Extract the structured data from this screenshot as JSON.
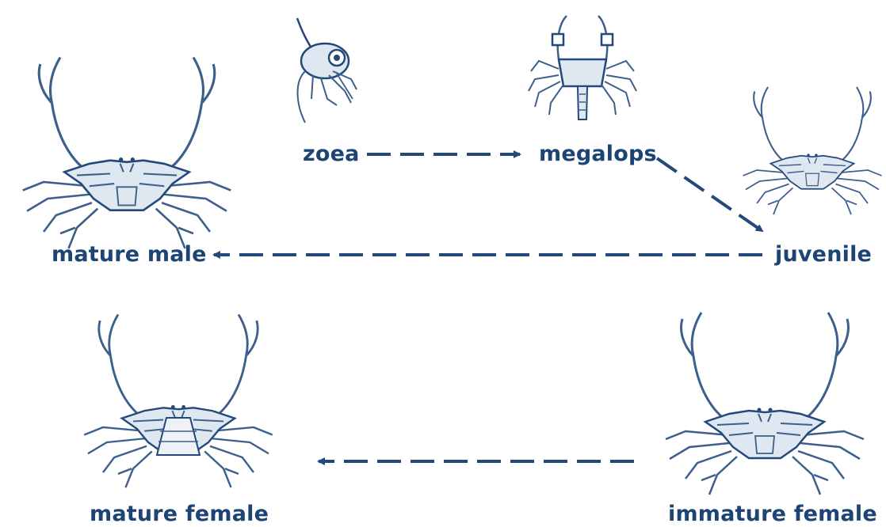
{
  "colors": {
    "ink": "#1c4474",
    "line": "#23497a",
    "shell": "#3c5f8c",
    "fill": "#dfe7f1"
  },
  "stages": {
    "zoea": "zoea",
    "megalops": "megalops",
    "juvenile": "juvenile",
    "mature_male": "mature male",
    "immature_female": "immature female",
    "mature_female": "mature female"
  },
  "illustrations": [
    "zoea-larva-drawing",
    "megalops-larva-drawing",
    "juvenile-crab-drawing",
    "mature-male-crab-drawing",
    "immature-female-crab-drawing",
    "mature-female-crab-drawing"
  ]
}
